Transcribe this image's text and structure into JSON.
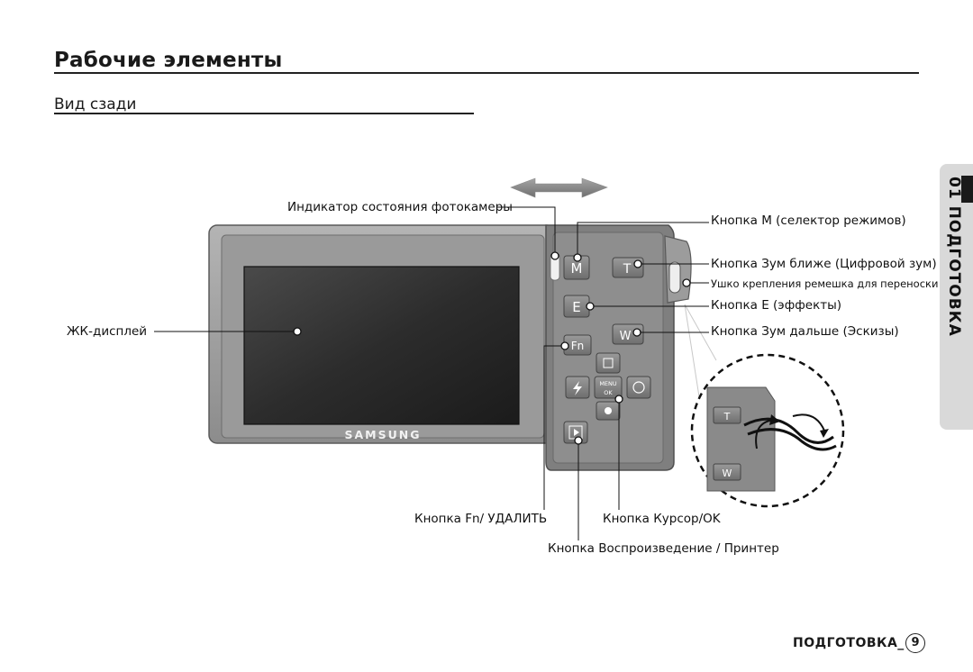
{
  "page": {
    "title": "Рабочие элементы",
    "section": "Вид сзади",
    "side_tab": "01 ПОДГОТОВКА",
    "footer_label": "ПОДГОТОВКА_",
    "page_number": "9"
  },
  "camera": {
    "brand": "SAMSUNG",
    "buttons": {
      "m": "M",
      "t": "T",
      "e": "E",
      "w": "W",
      "fn": "Fn",
      "menu": "MENU",
      "ok": "OK"
    }
  },
  "callouts": {
    "status_indicator": "Индикатор состояния фотокамеры",
    "lcd": "ЖК-дисплей",
    "m_button": "Кнопка M (селектор режимов)",
    "zoom_t": "Кнопка Зум ближе (Цифровой зум)",
    "strap_eyelet": "Ушко крепления ремешка для переноски",
    "e_button": "Кнопка E (эффекты)",
    "zoom_w": "Кнопка Зум дальше (Эскизы)",
    "fn_button": "Кнопка Fn/ УДАЛИТЬ",
    "cursor_ok": "Кнопка Курсор/OK",
    "playback": "Кнопка Воспроизведение / Принтер"
  }
}
